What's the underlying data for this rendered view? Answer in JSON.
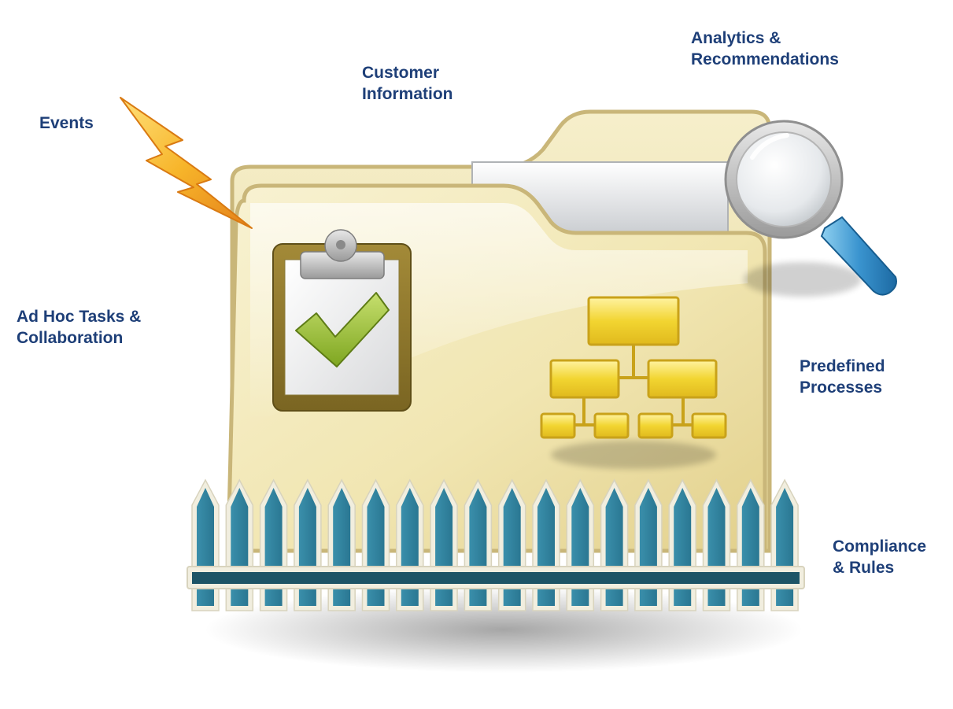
{
  "labels": {
    "events": [
      "Events"
    ],
    "customer_information": [
      "Customer",
      "Information"
    ],
    "analytics": [
      "Analytics &",
      "Recommendations"
    ],
    "adhoc": [
      "Ad Hoc Tasks &",
      "Collaboration"
    ],
    "predefined": [
      "Predefined",
      "Processes"
    ],
    "compliance": [
      "Compliance",
      "& Rules"
    ]
  },
  "icons": [
    "folder-icon",
    "lightning-bolt-icon",
    "clipboard-checkmark-icon",
    "magnifying-glass-icon",
    "org-chart-icon",
    "picket-fence-icon"
  ],
  "colors": {
    "label_text": "#1e3f78",
    "folder": "#efe3a6",
    "folder_border": "#c9b679",
    "fence": "#2e84a0",
    "fence_rail": "#1d5466",
    "checkmark": "#8bb528",
    "bolt": "#f5a51c",
    "magnifier_handle": "#3a94cf",
    "org_box": "#f2d531"
  }
}
